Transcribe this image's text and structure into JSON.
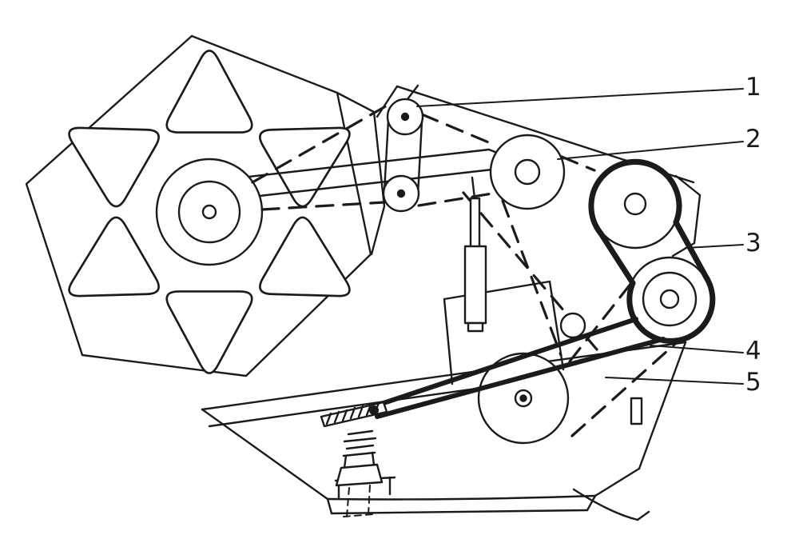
{
  "figure": {
    "background_color": "#ffffff",
    "line_color": "#1b1b1b",
    "callouts": [
      {
        "label": "1"
      },
      {
        "label": "2"
      },
      {
        "label": "3"
      },
      {
        "label": "4"
      },
      {
        "label": "5"
      }
    ]
  }
}
